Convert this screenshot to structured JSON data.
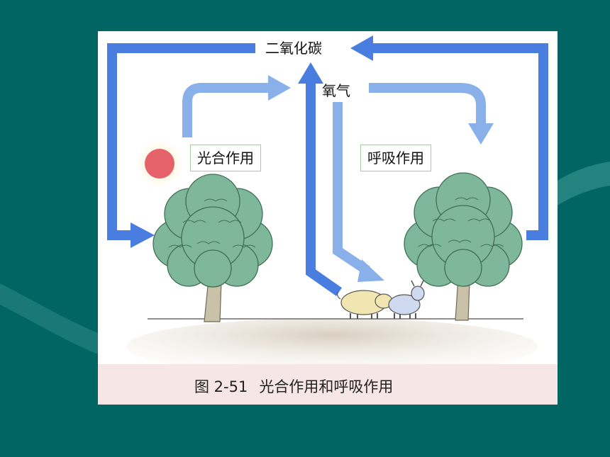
{
  "diagram": {
    "labels": {
      "co2": "二氧化碳",
      "o2": "氧气",
      "photosynthesis": "光合作用",
      "respiration": "呼吸作用"
    },
    "caption": {
      "number": "图 2-51",
      "text": "光合作用和呼吸作用"
    },
    "colors": {
      "slide_background": "#006563",
      "arrow_dark": "#4a7de0",
      "arrow_light": "#8ab0ea",
      "tree_foliage": "#7fb79a",
      "sun": "#e5626b",
      "caption_band": "#f7e6e6"
    }
  }
}
